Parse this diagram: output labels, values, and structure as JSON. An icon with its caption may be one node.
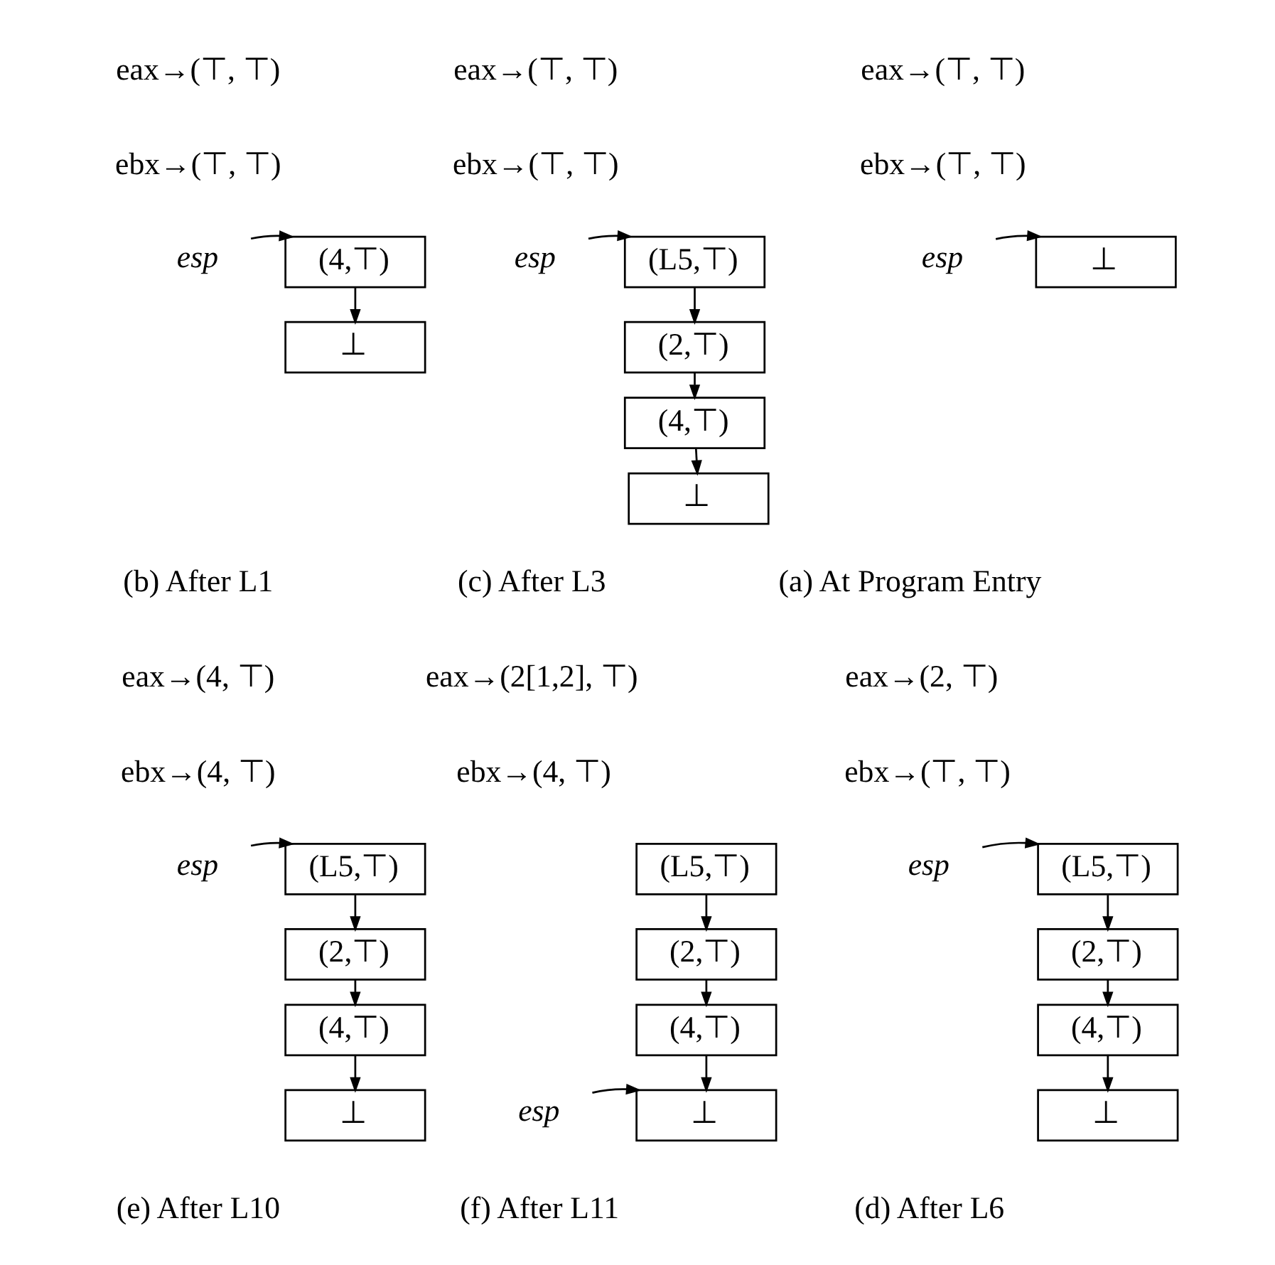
{
  "diagram": {
    "nodes": [
      {
        "text": [
          "esp"
        ]
      },
      {
        "text": [
          "⊥"
        ]
      },
      {
        "text": [
          "esp"
        ]
      },
      {
        "text": [
          "(4,⊤)"
        ]
      },
      {
        "text": [
          "⊥"
        ]
      },
      {
        "text": [
          "esp"
        ]
      },
      {
        "text": [
          "(L5,⊤)"
        ]
      },
      {
        "text": [
          "(2,⊤)"
        ]
      },
      {
        "text": [
          "(4,⊤)"
        ]
      },
      {
        "text": [
          "⊥"
        ]
      },
      {
        "text": [
          "esp"
        ]
      },
      {
        "text": [
          "(L5,⊤)"
        ]
      },
      {
        "text": [
          "(2,⊤)"
        ]
      },
      {
        "text": [
          "(4,⊤)"
        ]
      },
      {
        "text": [
          "⊥"
        ]
      },
      {
        "text": [
          "esp"
        ]
      },
      {
        "text": [
          "(L5,⊤)"
        ]
      },
      {
        "text": [
          "(2,⊤)"
        ]
      },
      {
        "text": [
          "(4,⊤)"
        ]
      },
      {
        "text": [
          "⊥"
        ]
      },
      {
        "text": [
          "(L5,⊤)"
        ]
      },
      {
        "text": [
          "(2,⊤)"
        ]
      },
      {
        "text": [
          "(4,⊤)"
        ]
      },
      {
        "text": [
          "⊥"
        ]
      },
      {
        "text": [
          "esp"
        ]
      }
    ],
    "edges": [
      {
        "from": 0,
        "to": 1,
        "arrow": "to"
      },
      {
        "from": 2,
        "to": 3,
        "arrow": "to"
      },
      {
        "from": 3,
        "to": 4,
        "arrow": "to"
      },
      {
        "from": 5,
        "to": 6,
        "arrow": "to"
      },
      {
        "from": 6,
        "to": 7,
        "arrow": "to"
      },
      {
        "from": 7,
        "to": 8,
        "arrow": "to"
      },
      {
        "from": 8,
        "to": 9,
        "arrow": "to"
      },
      {
        "from": 10,
        "to": 11,
        "arrow": "to"
      },
      {
        "from": 11,
        "to": 12,
        "arrow": "to"
      },
      {
        "from": 12,
        "to": 13,
        "arrow": "to"
      },
      {
        "from": 13,
        "to": 14,
        "arrow": "to"
      },
      {
        "from": 15,
        "to": 16,
        "arrow": "to"
      },
      {
        "from": 16,
        "to": 17,
        "arrow": "to"
      },
      {
        "from": 17,
        "to": 18,
        "arrow": "to"
      },
      {
        "from": 18,
        "to": 19,
        "arrow": "to"
      },
      {
        "from": 20,
        "to": 21,
        "arrow": "to"
      },
      {
        "from": 21,
        "to": 22,
        "arrow": "to"
      },
      {
        "from": 22,
        "to": 23,
        "arrow": "to"
      },
      {
        "from": 24,
        "to": 23,
        "arrow": "to"
      }
    ],
    "labels": [
      "eax→(⊤, ⊤)",
      "ebx→(⊤, ⊤)",
      "eax→(⊤, ⊤)",
      "ebx→(⊤, ⊤)",
      "eax→(⊤, ⊤)",
      "ebx→(⊤, ⊤)",
      "(a) At Program Entry",
      "(b) After L1",
      "(c) After L3",
      "eax→(2, ⊤)",
      "ebx→(⊤, ⊤)",
      "eax→(4, ⊤)",
      "ebx→(4, ⊤)",
      "eax→(2[1,2], ⊤)",
      "ebx→(4, ⊤)",
      "(d) After L6",
      "(e) After L10",
      "(f) After L11"
    ]
  }
}
